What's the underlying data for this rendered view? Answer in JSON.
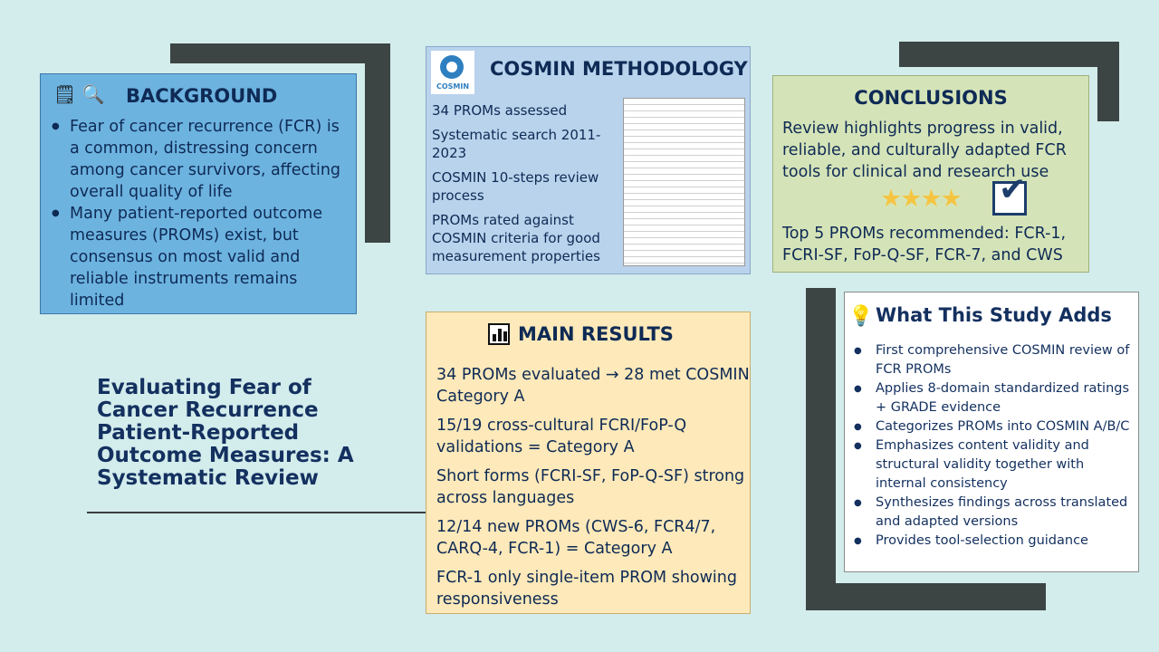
{
  "title": "Evaluating Fear of Cancer Recurrence Patient-Reported Outcome Measures: A Systematic Review",
  "background": {
    "heading": "BACKGROUND",
    "icons": [
      "document-icon",
      "magnifier-icon"
    ],
    "bullets": [
      "Fear of cancer recurrence (FCR) is a common, distressing concern among cancer survivors, affecting overall quality of life",
      "Many patient-reported outcome measures (PROMs) exist, but consensus on most valid and reliable instruments remains limited"
    ]
  },
  "cosmin": {
    "heading": "COSMIN METHODOLOGY",
    "logo_text": "COSMIN",
    "items": [
      "34 PROMs assessed",
      "Systematic search 2011-2023",
      "COSMIN 10-steps review process",
      "PROMs rated against COSMIN criteria for good measurement properties"
    ]
  },
  "conclusions": {
    "heading": "CONCLUSIONS",
    "summary": "Review highlights progress in valid, reliable, and culturally adapted FCR tools for clinical and research use",
    "stars": "★★★★",
    "recommendation": "Top 5 PROMs recommended: FCR-1, FCRI-SF, FoP-Q-SF, FCR-7, and CWS"
  },
  "main_results": {
    "heading": "MAIN RESULTS",
    "items": [
      "34 PROMs evaluated → 28 met COSMIN Category A",
      "15/19 cross-cultural FCRI/FoP-Q validations = Category A",
      "Short forms (FCRI-SF, FoP-Q-SF) strong across languages",
      "12/14 new PROMs (CWS-6, FCR4/7, CARQ-4, FCR-1) = Category A",
      "FCR-1 only single-item PROM showing responsiveness"
    ]
  },
  "adds": {
    "heading": "What This Study Adds",
    "bullets": [
      "First comprehensive COSMIN review of FCR PROMs",
      "Applies 8-domain standardized ratings + GRADE evidence",
      "Categorizes PROMs into COSMIN A/B/C",
      "Emphasizes content validity and structural validity together with internal consistency",
      "Synthesizes findings across translated and adapted versions",
      "Provides tool-selection guidance"
    ]
  },
  "colors": {
    "page_bg": "#d3ecec",
    "background_box": "#6db3e0",
    "cosmin_box": "#b9d3ec",
    "conclusions_box": "#d5e4b8",
    "results_box": "#fde9b9",
    "adds_box": "#ffffff",
    "accent_dark": "#3c4444",
    "heading_text": "#0e2a55"
  }
}
